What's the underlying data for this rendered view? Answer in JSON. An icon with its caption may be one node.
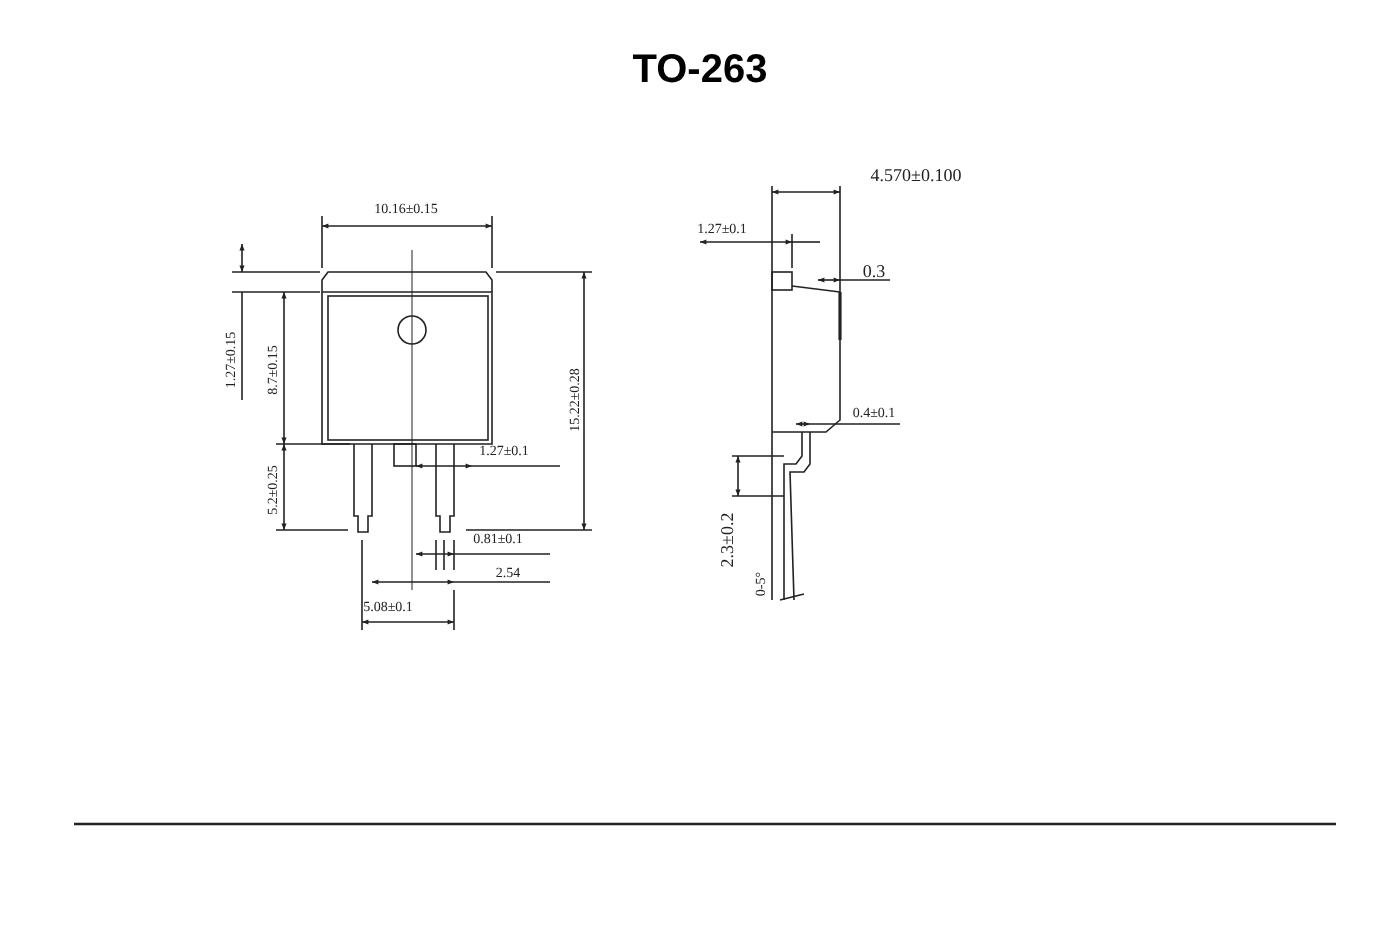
{
  "diagram": {
    "title": "TO-263",
    "labels": [
      "10.16±0.15",
      "4.570±0.100",
      "1.27±0.1",
      "0.3",
      "1.27±0.15",
      "8.7±0.15",
      "15.22±0.28",
      "1.27±0.1",
      "0.4±0.1",
      "5.2±0.25",
      "2.3±0.2",
      "0.81±0.1",
      "2.54",
      "0-5°",
      "5.08±0.1"
    ]
  }
}
